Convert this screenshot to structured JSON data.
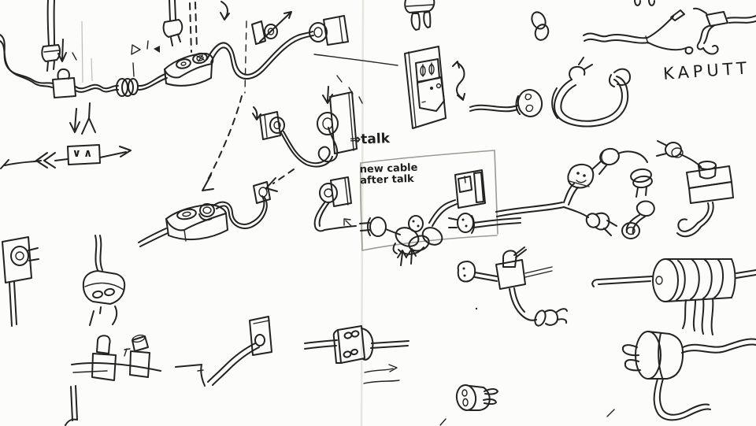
{
  "meta": {
    "title": "Hand-drawn sketch page: plugs, sockets and cables",
    "medium": "ink doodles on creased paper",
    "paper_color": "#fcfcfa",
    "ink_color": "#232323",
    "pencil_color": "#9b9b92"
  },
  "annotations": {
    "kaputt": "KAPUTT",
    "talk_arrow": "⇒talk",
    "note_line1": "new cable",
    "note_line2": "after talk",
    "gate_symbols": "∨∧"
  },
  "sketch_elements": [
    {
      "name": "hanging-cord-plug-left",
      "description": "plug dangling from a cord at top left with a small down arrow"
    },
    {
      "name": "hanging-cord-plug-second",
      "description": "second dangling plug above the socket block, dashed drop lines into socket"
    },
    {
      "name": "wall-cable-run-left",
      "description": "cable from left edge through an inline box and a coiled knot into a two-socket block"
    },
    {
      "name": "flow-arrows-left",
      "description": "down arrow, forked line and a horizontal axis arrow with chevrons and a box containing logic symbols"
    },
    {
      "name": "cable-to-wall-plate",
      "description": "cable from socket block swinging up right into a round plug on a small wall plate"
    },
    {
      "name": "mini-plate-plug-with-arrow",
      "description": "tiny tilted plate with round plug crossed by a long arrow"
    },
    {
      "name": "wall-socket-card",
      "description": "tilted wall outlet card with slotted upper socket, 3D box face, and a curved swap arrow beside it"
    },
    {
      "name": "cord-plug-center-top",
      "description": "cord ending in a round coiled plug head"
    },
    {
      "name": "hanging-plug-top-center",
      "description": "plug with two fat prongs cut off by the top edge"
    },
    {
      "name": "figure-eight-rings",
      "description": "two stacked hollow rings doodle"
    },
    {
      "name": "horseshoe-cable",
      "description": "U-shaped cable with a plug at each end"
    },
    {
      "name": "broken-cables-kaputt",
      "description": "two frayed severed cables labelled KAPUTT"
    },
    {
      "name": "talk-scene",
      "description": "two wall plates joined by a snaking cable, down arrow and the ⇒talk annotation"
    },
    {
      "name": "dashed-pointer-arrows",
      "description": "long dashed arrows pointing at the power strip plugs"
    },
    {
      "name": "power-strip-left",
      "description": "3D power strip with oval socket and inserted round plug, looped cable to a rectangular plug head"
    },
    {
      "name": "pencil-box-new-cable",
      "description": "light pencil rectangle framing the tangle scene with note new cable after talk"
    },
    {
      "name": "tangle-scene",
      "description": "wall plate plug, facing plug, knotted cable tangle with plug face, cable up to wall socket, plug leading right, two up arrows"
    },
    {
      "name": "y-cable-smiley",
      "description": "Y-split cable ending in a smiley-face plug head and a pronged plug"
    },
    {
      "name": "right-plug-cluster",
      "description": "several plugs and a small strip block with cable loops on the right side"
    },
    {
      "name": "far-left-wall-plug",
      "description": "square plate with round plug and prongs on a pole at far left"
    },
    {
      "name": "two-socket-head",
      "description": "round two-hole adapter head on a cord with sparks falling below"
    },
    {
      "name": "standing-cylinder-plugs",
      "description": "two capped cylinder connectors standing on a baseline"
    },
    {
      "name": "bottom-left-post",
      "description": "short double-line post at bottom left"
    },
    {
      "name": "wall-plate-cable-bottom",
      "description": "wall plate with cable curving down left past a ledge line"
    },
    {
      "name": "cube-adapter-on-cable",
      "description": "cube adapter with four oval holes threaded on a horizontal cable, squiggle arrow below"
    },
    {
      "name": "bottom-center-plug",
      "description": "round-faced plug with two prongs pointing right"
    },
    {
      "name": "socket-cube-assembly",
      "description": "plug head on a rod into a capped cube, cable down to another pronged plug"
    },
    {
      "name": "cable-spool-coil",
      "description": "cable wrapped several turns around a cylinder with straps hanging down"
    },
    {
      "name": "big-plug-bottom-right",
      "description": "large two-prong plug with cord exiting right and a looping cord below"
    }
  ]
}
